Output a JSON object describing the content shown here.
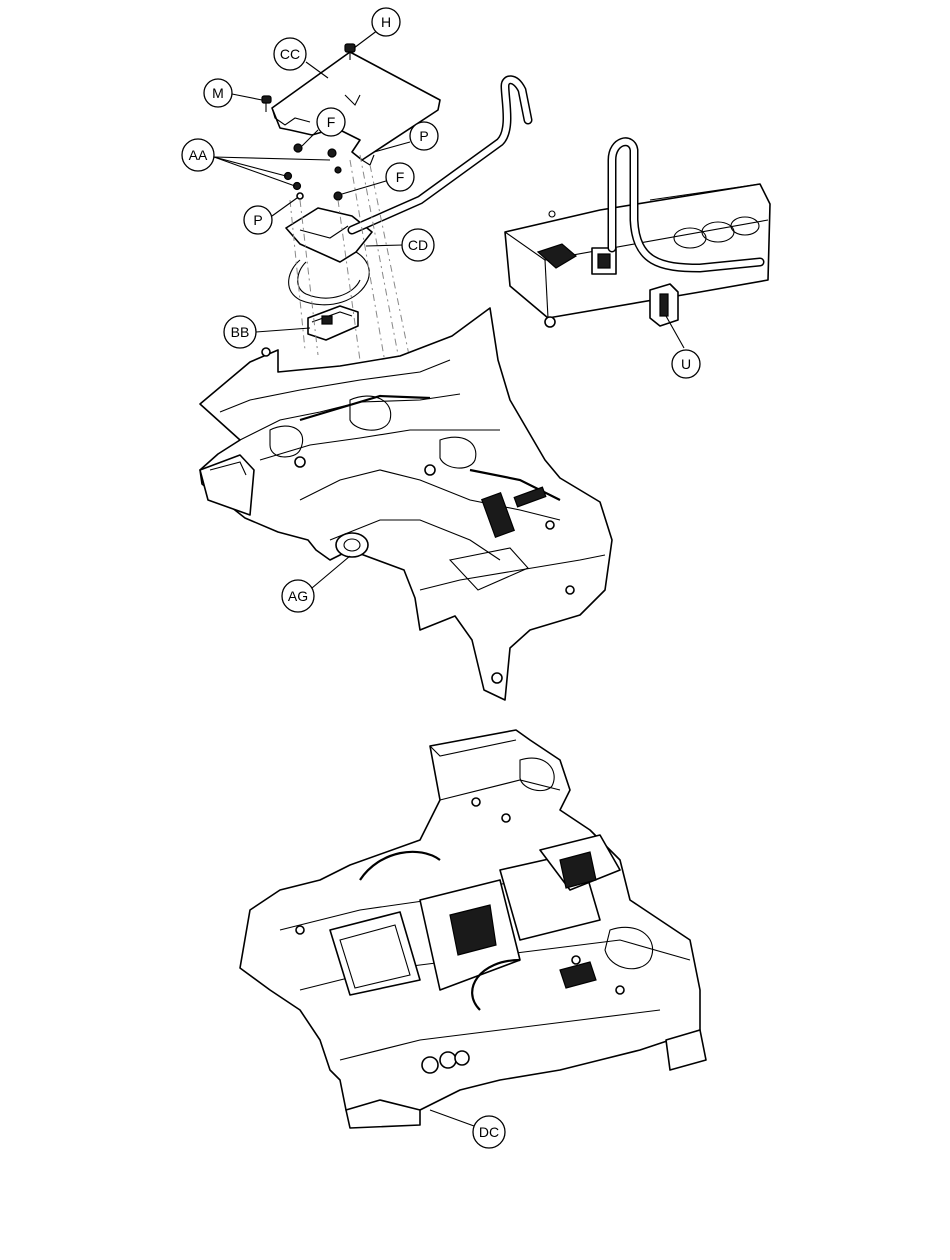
{
  "callouts": {
    "H": "H",
    "CC": "CC",
    "M": "M",
    "F_upper": "F",
    "P_upper": "P",
    "AA": "AA",
    "F_lower": "F",
    "P_lower": "P",
    "CD": "CD",
    "BB": "BB",
    "U": "U",
    "AG": "AG",
    "DC": "DC"
  },
  "colors": {
    "line": "#000000",
    "background": "#ffffff",
    "phantom_line": "#888888"
  }
}
